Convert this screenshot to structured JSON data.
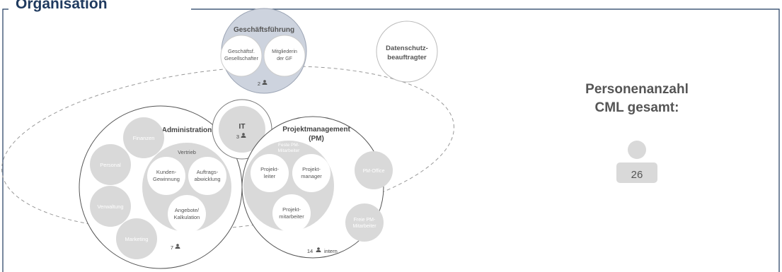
{
  "page_title": "Organisation",
  "nodes": {
    "geschaeftsfuehrung": {
      "label": "Geschäftsführung",
      "count": "2",
      "gesellschafter": [
        "Geschäftsf.",
        "Gesellschafter"
      ],
      "mitglieder": [
        "Mitgliederin",
        "der GF"
      ]
    },
    "datenschutz": {
      "label": [
        "Datenschutz-",
        "beauftragter"
      ]
    },
    "it": {
      "label": "IT",
      "count": "3"
    },
    "administration": {
      "label": "Administration",
      "count": "7",
      "finanzen": "Finanzen",
      "personal": "Personal",
      "verwaltung": "Verwaltung",
      "marketing": "Marketing",
      "vertrieb": {
        "label": "Vertrieb",
        "kundengewinnung": [
          "Kunden-",
          "Gewinnung"
        ],
        "auftragsabwicklung": [
          "Auftrags-",
          "abwicklung"
        ],
        "angebote": [
          "Angebote/",
          "Kalkulation"
        ]
      }
    },
    "projektmanagement": {
      "label": [
        "Projektmanagement",
        "(PM)"
      ],
      "count": "14",
      "count_suffix": "intern",
      "feste": {
        "label": [
          "Feste PM-",
          "Mitarbeiter"
        ],
        "projektleiter": [
          "Projekt-",
          "leiter"
        ],
        "projektmanager": [
          "Projekt-",
          "manager"
        ],
        "projektmitarbeiter": [
          "Projekt-",
          "mitarbeiter"
        ]
      },
      "pm_office": "PM-Office",
      "freie": [
        "Freie PM-",
        "Mitarbeiter"
      ]
    }
  },
  "summary": {
    "heading": [
      "Personenanzahl",
      "CML gesamt:"
    ],
    "total": "26"
  },
  "colors": {
    "title": "#1f3a5f",
    "frame": "#1f3a5f",
    "circle_fill": "#d9d9d9",
    "gf_fill": "#cdd3de",
    "dark_text": "#444444",
    "light_text": "#ffffff"
  }
}
